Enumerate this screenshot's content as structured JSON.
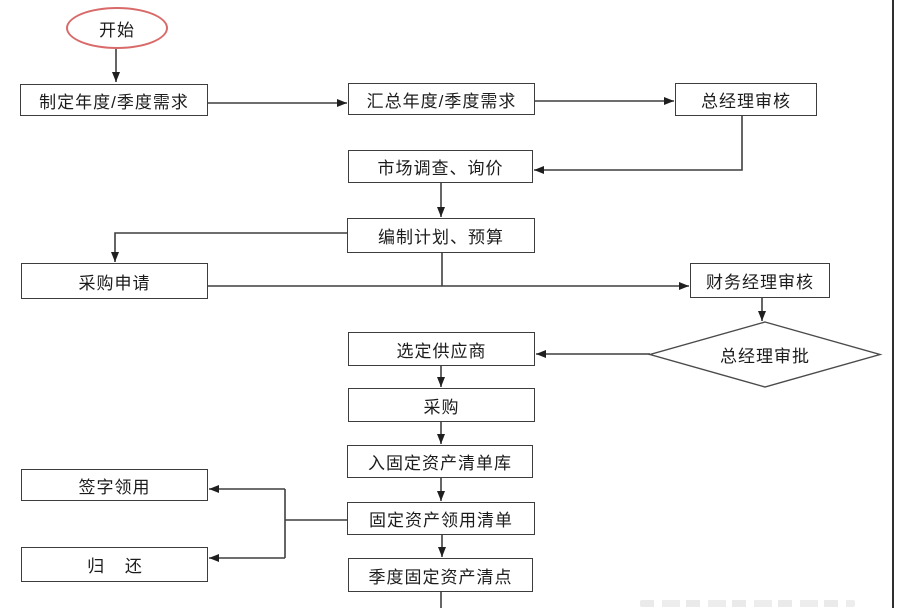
{
  "diagram": {
    "type": "flowchart",
    "language": "zh-CN",
    "nodes": {
      "start": {
        "label": "开始",
        "shape": "oval"
      },
      "plan_demand": {
        "label": "制定年度/季度需求",
        "shape": "rect"
      },
      "summarize_demand": {
        "label": "汇总年度/季度需求",
        "shape": "rect"
      },
      "gm_review": {
        "label": "总经理审核",
        "shape": "rect"
      },
      "market_survey": {
        "label": "市场调查、询价",
        "shape": "rect"
      },
      "plan_budget": {
        "label": "编制计划、预算",
        "shape": "rect"
      },
      "purchase_request": {
        "label": "采购申请",
        "shape": "rect"
      },
      "finance_review": {
        "label": "财务经理审核",
        "shape": "rect"
      },
      "gm_approval": {
        "label": "总经理审批",
        "shape": "diamond"
      },
      "select_supplier": {
        "label": "选定供应商",
        "shape": "rect"
      },
      "purchase": {
        "label": "采购",
        "shape": "rect"
      },
      "asset_db": {
        "label": "入固定资产清单库",
        "shape": "rect"
      },
      "requisition_list": {
        "label": "固定资产领用清单",
        "shape": "rect"
      },
      "sign_use": {
        "label": "签字领用",
        "shape": "rect"
      },
      "return_item": {
        "label": "归 还",
        "shape": "rect"
      },
      "quarterly_check": {
        "label": "季度固定资产清点",
        "shape": "rect"
      }
    },
    "edges": [
      {
        "from": "start",
        "to": "plan_demand"
      },
      {
        "from": "plan_demand",
        "to": "summarize_demand"
      },
      {
        "from": "summarize_demand",
        "to": "gm_review"
      },
      {
        "from": "gm_review",
        "to": "market_survey"
      },
      {
        "from": "market_survey",
        "to": "plan_budget"
      },
      {
        "from": "plan_budget",
        "to": "purchase_request"
      },
      {
        "from": "plan_budget",
        "to": "finance_review"
      },
      {
        "from": "purchase_request",
        "to": "finance_review"
      },
      {
        "from": "finance_review",
        "to": "gm_approval"
      },
      {
        "from": "gm_approval",
        "to": "select_supplier"
      },
      {
        "from": "select_supplier",
        "to": "purchase"
      },
      {
        "from": "purchase",
        "to": "asset_db"
      },
      {
        "from": "asset_db",
        "to": "requisition_list"
      },
      {
        "from": "requisition_list",
        "to": "sign_use"
      },
      {
        "from": "requisition_list",
        "to": "return_item"
      },
      {
        "from": "requisition_list",
        "to": "quarterly_check"
      },
      {
        "from": "quarterly_check",
        "to": "continues-below-cutoff"
      }
    ],
    "colors": {
      "line": "#3f3f3f",
      "box_border": "#3d3d3d",
      "start_outline": "#d96a6a",
      "text": "#1c1c1c",
      "background": "#ffffff",
      "frame_border": "#2f2f2f"
    }
  }
}
